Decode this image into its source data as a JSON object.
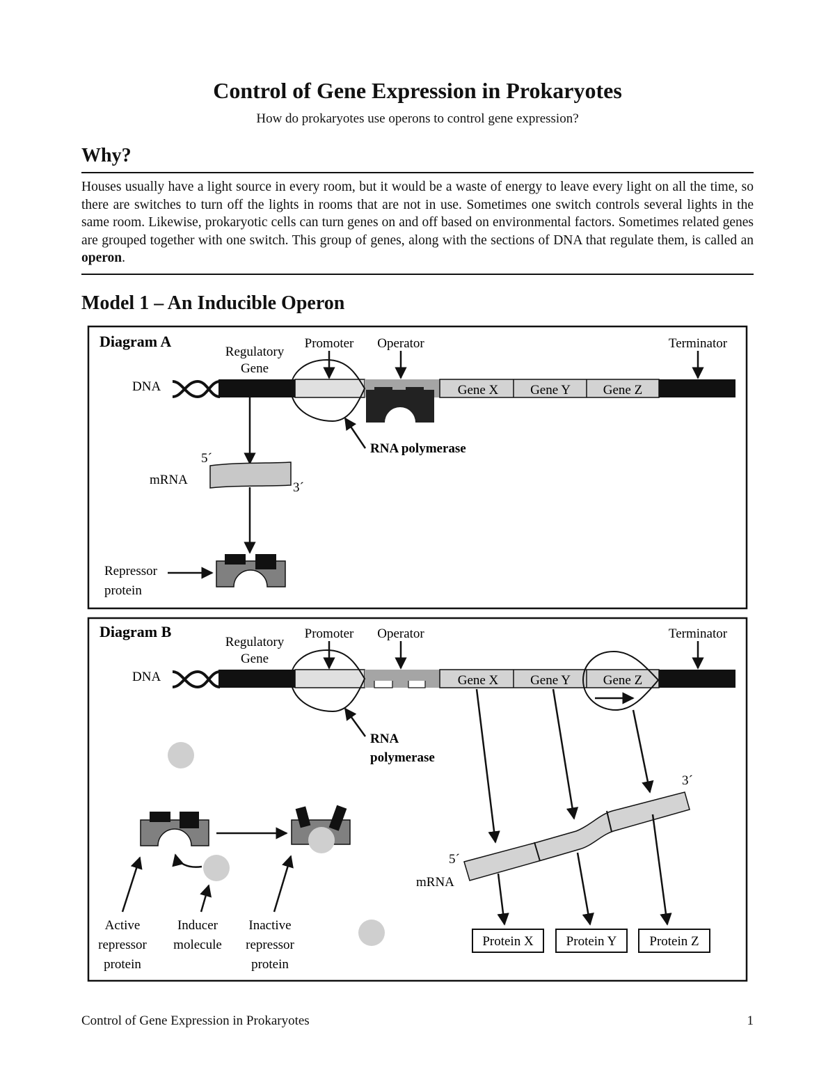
{
  "document": {
    "title": "Control of Gene Expression in Prokaryotes",
    "subtitle": "How do prokaryotes use operons to control gene expression?",
    "why": {
      "heading": "Why?",
      "body_before_bold": "Houses usually have a light source in every room, but it would be a waste of energy to leave every light on all the time, so there are switches to turn off the lights in rooms that are not in use. Sometimes one switch controls several lights in the same room. Likewise, prokaryotic cells can turn genes on and off based on environmental factors. Sometimes related genes are grouped together with one switch. This group of genes, along with the sections of DNA that regulate them, is called an ",
      "body_bold": "operon",
      "body_after_bold": "."
    },
    "model1": {
      "heading": "Model 1 – An Inducible Operon"
    },
    "diagram_a": {
      "title": "Diagram A",
      "labels": {
        "regulatory_gene_line1": "Regulatory",
        "regulatory_gene_line2": "Gene",
        "promoter": "Promoter",
        "operator": "Operator",
        "terminator": "Terminator",
        "dna": "DNA",
        "gene_x": "Gene X",
        "gene_y": "Gene Y",
        "gene_z": "Gene Z",
        "rna_polymerase": "RNA polymerase",
        "five_prime": "5´",
        "three_prime": "3´",
        "mrna": "mRNA",
        "repressor_line1": "Repressor",
        "repressor_line2": "protein"
      }
    },
    "diagram_b": {
      "title": "Diagram B",
      "labels": {
        "regulatory_gene_line1": "Regulatory",
        "regulatory_gene_line2": "Gene",
        "promoter": "Promoter",
        "operator": "Operator",
        "terminator": "Terminator",
        "dna": "DNA",
        "gene_x": "Gene X",
        "gene_y": "Gene Y",
        "gene_z": "Gene Z",
        "rna_line1": "RNA",
        "rna_line2": "polymerase",
        "three_prime": "3´",
        "five_prime": "5´",
        "mrna": "mRNA",
        "active_line1": "Active",
        "active_line2": "repressor",
        "active_line3": "protein",
        "inducer_line1": "Inducer",
        "inducer_line2": "molecule",
        "inactive_line1": "Inactive",
        "inactive_line2": "repressor",
        "inactive_line3": "protein",
        "protein_x": "Protein X",
        "protein_y": "Protein Y",
        "protein_z": "Protein Z"
      }
    },
    "footer": {
      "left": "Control of Gene Expression in Prokaryotes",
      "page_number": "1"
    },
    "colors": {
      "black": "#111111",
      "dark_gray": "#7f7f7f",
      "light_gray": "#d3d3d3",
      "pale_gray": "#e0e0e0",
      "inducer": "#cfcfcf"
    }
  }
}
